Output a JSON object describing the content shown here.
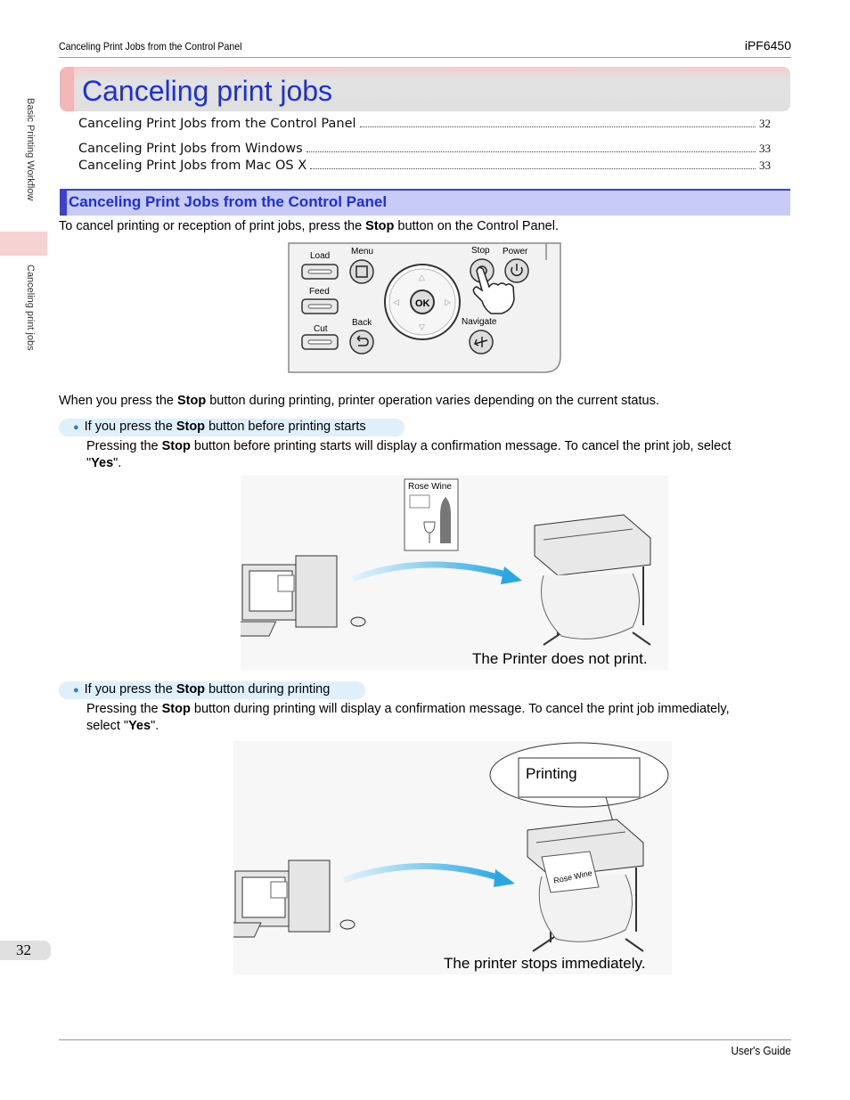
{
  "header": {
    "section": "Canceling Print Jobs from the Control Panel",
    "model": "iPF6450"
  },
  "side": {
    "chapter": "Basic Printing Workflow",
    "subsection": "Canceling print jobs"
  },
  "title": "Canceling print jobs",
  "toc": [
    {
      "label": "Canceling Print Jobs from the Control Panel",
      "page": "32"
    },
    {
      "label": "Canceling Print Jobs from Windows",
      "page": "33"
    },
    {
      "label": "Canceling Print Jobs from Mac OS X",
      "page": "33"
    }
  ],
  "section_title": "Canceling Print Jobs from the Control Panel",
  "intro": {
    "pre": "To cancel printing or reception of print jobs, press the ",
    "bold": "Stop",
    "post": " button on the Control Panel."
  },
  "panel": {
    "load": "Load",
    "menu": "Menu",
    "stop": "Stop",
    "power": "Power",
    "feed": "Feed",
    "back": "Back",
    "navigate": "Navigate",
    "cut": "Cut",
    "ok": "OK"
  },
  "status_para": {
    "pre": "When you press the ",
    "bold": "Stop",
    "post": " button during printing, printer operation varies depending on the current status."
  },
  "bullet1": {
    "pre": "If you press the ",
    "bold": "Stop",
    "post": " button before printing starts",
    "body_pre": "Pressing the ",
    "body_bold": "Stop",
    "body_post": " button before printing starts will display a confirmation message. To cancel the print job, select",
    "body2_pre": "\"",
    "body2_bold": "Yes",
    "body2_post": "\"."
  },
  "fig1": {
    "doc_label": "Rose Wine",
    "caption": "The Printer does not print."
  },
  "bullet2": {
    "pre": "If you press the ",
    "bold": "Stop",
    "post": " button during printing",
    "body_pre": "Pressing the ",
    "body_bold": "Stop",
    "body_post": " button during printing will display a confirmation message. To cancel the print job immediately,",
    "body2_pre": "select \"",
    "body2_bold": "Yes",
    "body2_post": "\"."
  },
  "fig2": {
    "bubble": "Printing",
    "paper_label": "Rose Wine",
    "caption": "The printer stops immediately."
  },
  "footer": {
    "guide": "User's Guide",
    "page": "32"
  }
}
